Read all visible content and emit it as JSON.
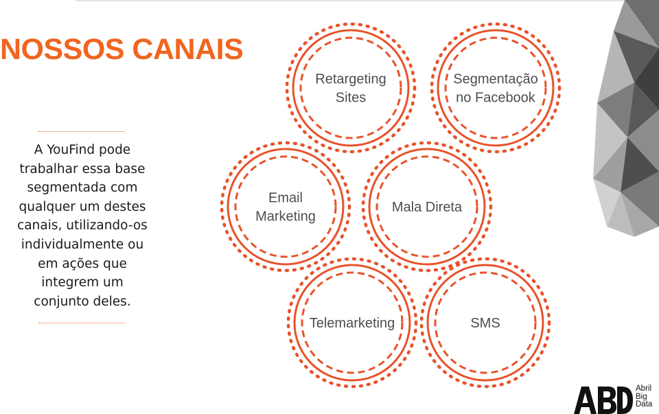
{
  "slide": {
    "title": "NOSSOS CANAIS",
    "description_lines": [
      "A YouFind pode",
      "trabalhar essa base",
      "segmentada com",
      "qualquer um destes",
      "canais, utilizando-os",
      "individualmente ou",
      "em ações que",
      "integrem um",
      "conjunto deles."
    ]
  },
  "channels": [
    {
      "name": "retargeting-sites",
      "lines": [
        "Retargeting",
        "Sites"
      ]
    },
    {
      "name": "segmentacao-facebook",
      "lines": [
        "Segmentação",
        "no Facebook"
      ]
    },
    {
      "name": "email-marketing",
      "lines": [
        "Email",
        "Marketing"
      ]
    },
    {
      "name": "mala-direta",
      "lines": [
        "Mala Direta"
      ]
    },
    {
      "name": "telemarketing",
      "lines": [
        "Telemarketing"
      ]
    },
    {
      "name": "sms",
      "lines": [
        "SMS"
      ]
    }
  ],
  "logo": {
    "mark": "ABD",
    "text_lines": [
      "Abril",
      "Big",
      "Data"
    ]
  },
  "colors": {
    "accent": "#f0651f",
    "ring": "#e8522a",
    "circle_text": "#4d4d4d",
    "body_text": "#1a1a1a"
  }
}
